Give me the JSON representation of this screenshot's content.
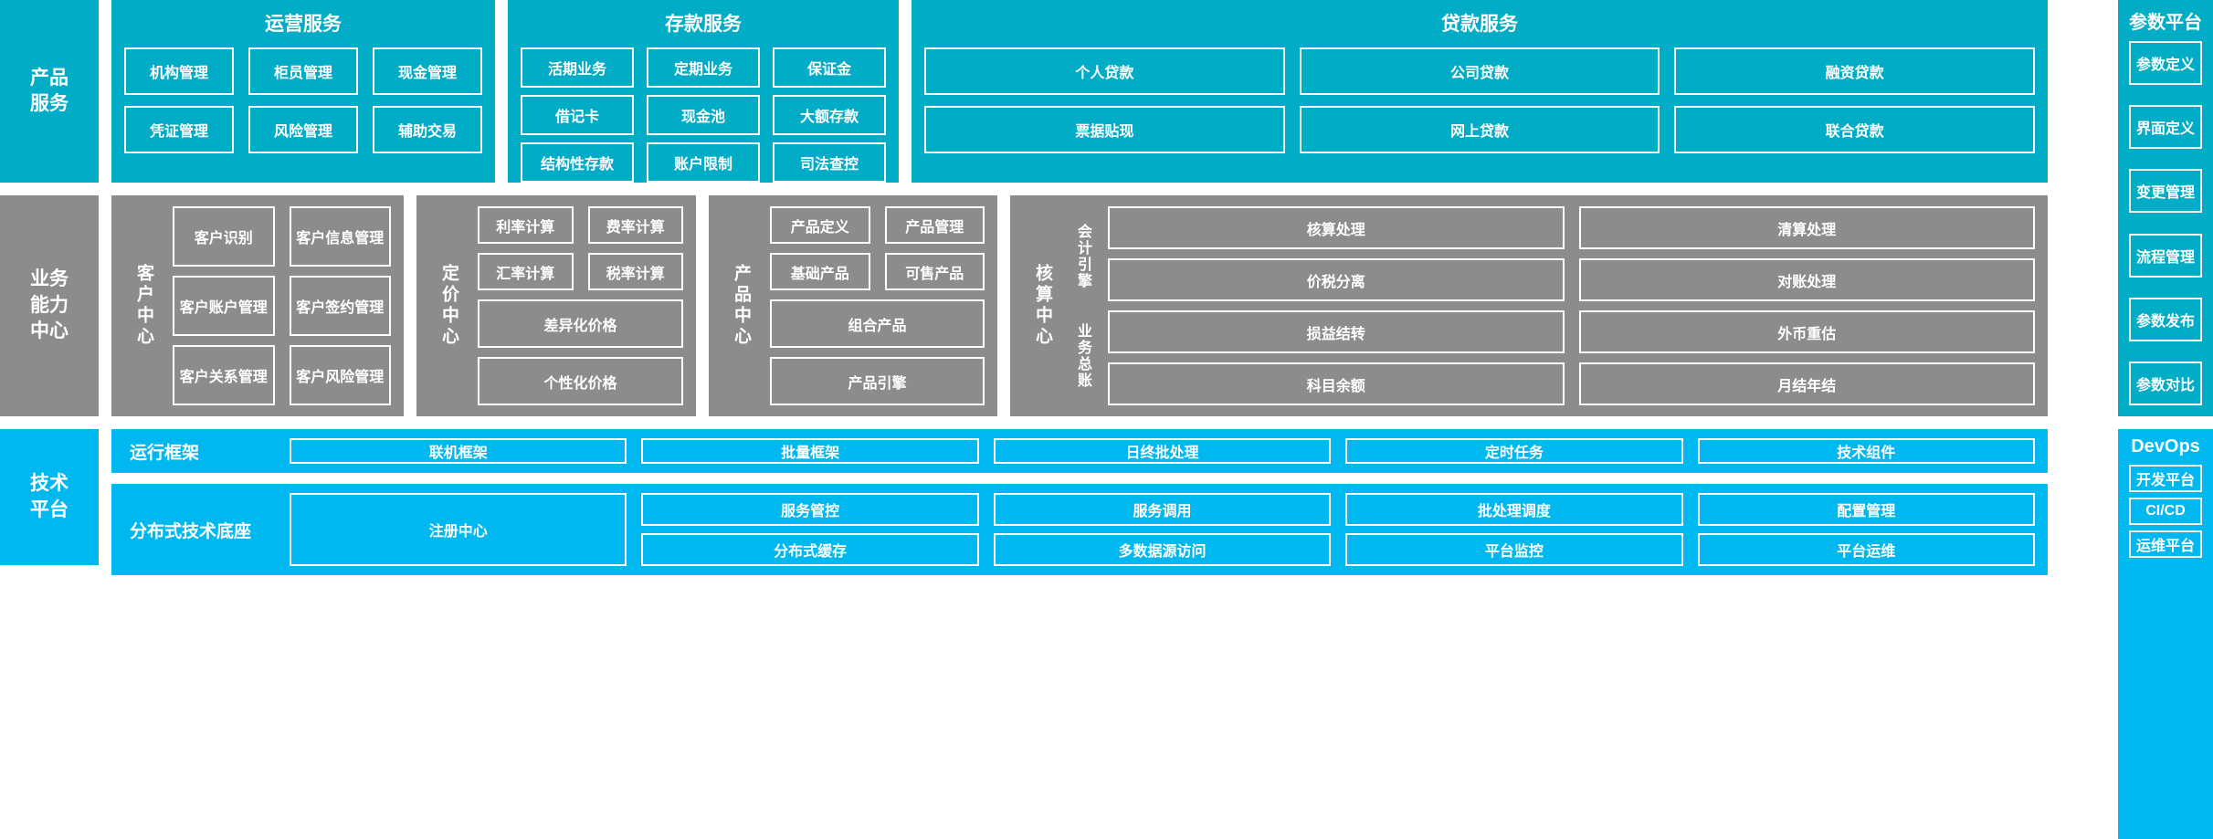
{
  "colors": {
    "teal": "#00ACC6",
    "cyan": "#00B8F0",
    "gray": "#8C8C8C",
    "white": "#FFFFFF"
  },
  "layers": {
    "product_service": {
      "spine_label": "产品\n服务",
      "groups": [
        {
          "title": "运营服务",
          "tiles": [
            "机构管理",
            "柜员管理",
            "现金管理",
            "凭证管理",
            "风险管理",
            "辅助交易"
          ]
        },
        {
          "title": "存款服务",
          "tiles": [
            "活期业务",
            "定期业务",
            "保证金",
            "借记卡",
            "现金池",
            "大额存款",
            "结构性存款",
            "账户限制",
            "司法查控"
          ]
        },
        {
          "title": "贷款服务",
          "tiles": [
            "个人贷款",
            "公司贷款",
            "融资贷款",
            "票据贴现",
            "网上贷款",
            "联合贷款"
          ]
        }
      ]
    },
    "business_capability": {
      "spine_label": "业务\n能力\n中心",
      "centers": [
        {
          "label": "客户中心",
          "sub_labels": [],
          "pairs": [
            [
              "客户识别",
              "客户信息管理"
            ],
            [
              "客户账户管理",
              "客户签约管理"
            ],
            [
              "客户关系管理",
              "客户风险管理"
            ]
          ],
          "full_width": []
        },
        {
          "label": "定价中心",
          "sub_labels": [],
          "pairs": [
            [
              "利率计算",
              "费率计算"
            ],
            [
              "汇率计算",
              "税率计算"
            ]
          ],
          "full_width": [
            "差异化价格",
            "个性化价格"
          ]
        },
        {
          "label": "产品中心",
          "sub_labels": [],
          "pairs": [
            [
              "产品定义",
              "产品管理"
            ],
            [
              "基础产品",
              "可售产品"
            ]
          ],
          "full_width": [
            "组合产品",
            "产品引擎"
          ]
        },
        {
          "label": "核算中心",
          "sub_labels": [
            "会计引擎",
            "业务总账"
          ],
          "pairs": [
            [
              "核算处理",
              "清算处理"
            ],
            [
              "价税分离",
              "对账处理"
            ],
            [
              "损益结转",
              "外币重估"
            ],
            [
              "科目余额",
              "月结年结"
            ]
          ],
          "full_width": []
        }
      ]
    },
    "technical_platform": {
      "spine_label": "技术\n平台",
      "strips": [
        {
          "label": "运行框架",
          "rows": 1,
          "tiles": [
            "联机框架",
            "批量框架",
            "日终批处理",
            "定时任务",
            "技术组件"
          ]
        },
        {
          "label": "分布式技术底座",
          "rows": 2,
          "wide_tile": "注册中心",
          "tiles": [
            "服务管控",
            "服务调用",
            "批处理调度",
            "配置管理",
            "分布式缓存",
            "多数据源访问",
            "平台监控",
            "平台运维"
          ]
        }
      ]
    }
  },
  "rail": {
    "parameter_platform": {
      "title": "参数平台",
      "tiles": [
        "参数定义",
        "界面定义",
        "变更管理",
        "流程管理",
        "参数发布",
        "参数对比"
      ]
    },
    "devops": {
      "title": "DevOps",
      "tiles": [
        "开发平台",
        "CI/CD",
        "运维平台"
      ]
    }
  }
}
